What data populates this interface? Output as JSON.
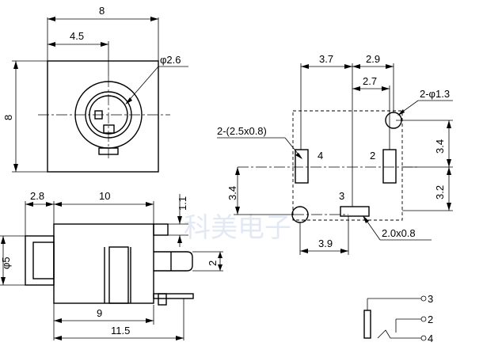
{
  "top_view": {
    "width_overall": "8",
    "width_center": "4.5",
    "height_overall": "8",
    "hole_diameter": "φ2.6"
  },
  "side_view": {
    "pin_offset": "2.8",
    "body_length": "10",
    "tab_height": "1.1",
    "plug_diameter": "φ5",
    "pin_height": "2",
    "base_length": "9",
    "total_length": "11.5"
  },
  "footprint": {
    "span_left": "3.7",
    "span_right_top": "2.9",
    "span_right_inner": "2.7",
    "mount_hole": "2-φ1.3",
    "slot_size": "2-(2.5x0.8)",
    "right_upper": "3.4",
    "right_lower": "3.2",
    "left_height": "3.4",
    "bottom_span": "3.9",
    "pad_size": "2.0x0.8",
    "pin_4": "4",
    "pin_2": "2",
    "pin_3": "3"
  },
  "schematic": {
    "pin_3": "3",
    "pin_2": "2",
    "pin_4": "4"
  },
  "watermark": "科美电子",
  "colors": {
    "line": "#000000",
    "watermark": "#e3e8f5"
  }
}
